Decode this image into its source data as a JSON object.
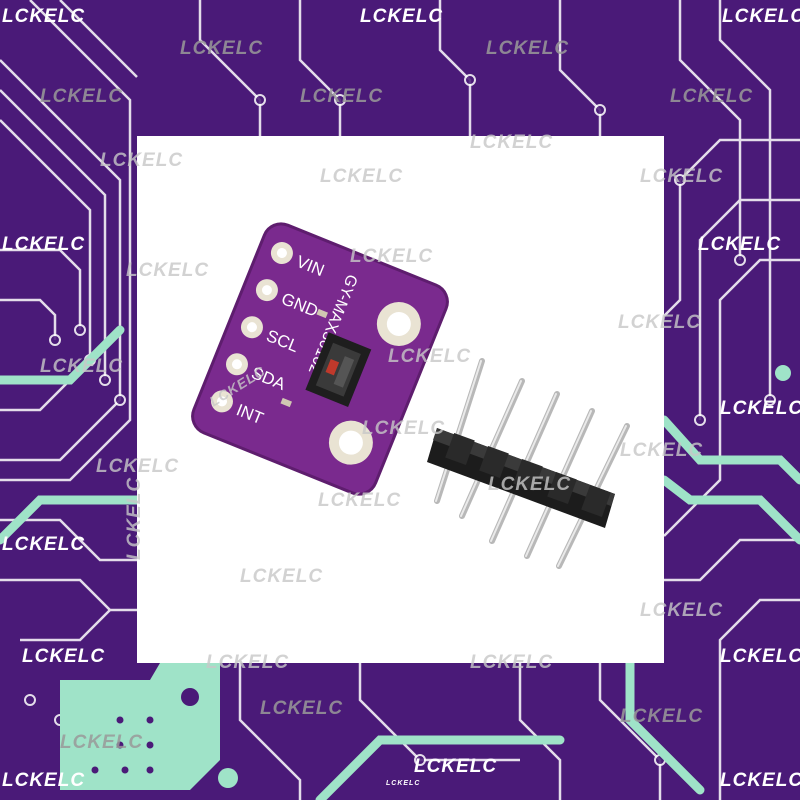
{
  "watermark": {
    "text": "LCKELC"
  },
  "board": {
    "model": "GY-MAX30102",
    "pins": [
      "VIN",
      "GND",
      "SCL",
      "SDA",
      "INT"
    ]
  },
  "colors": {
    "background": "#4a1a78",
    "trace": "#9fe3c8",
    "pcb": "#7a2a8e",
    "panel": "#ffffff"
  }
}
